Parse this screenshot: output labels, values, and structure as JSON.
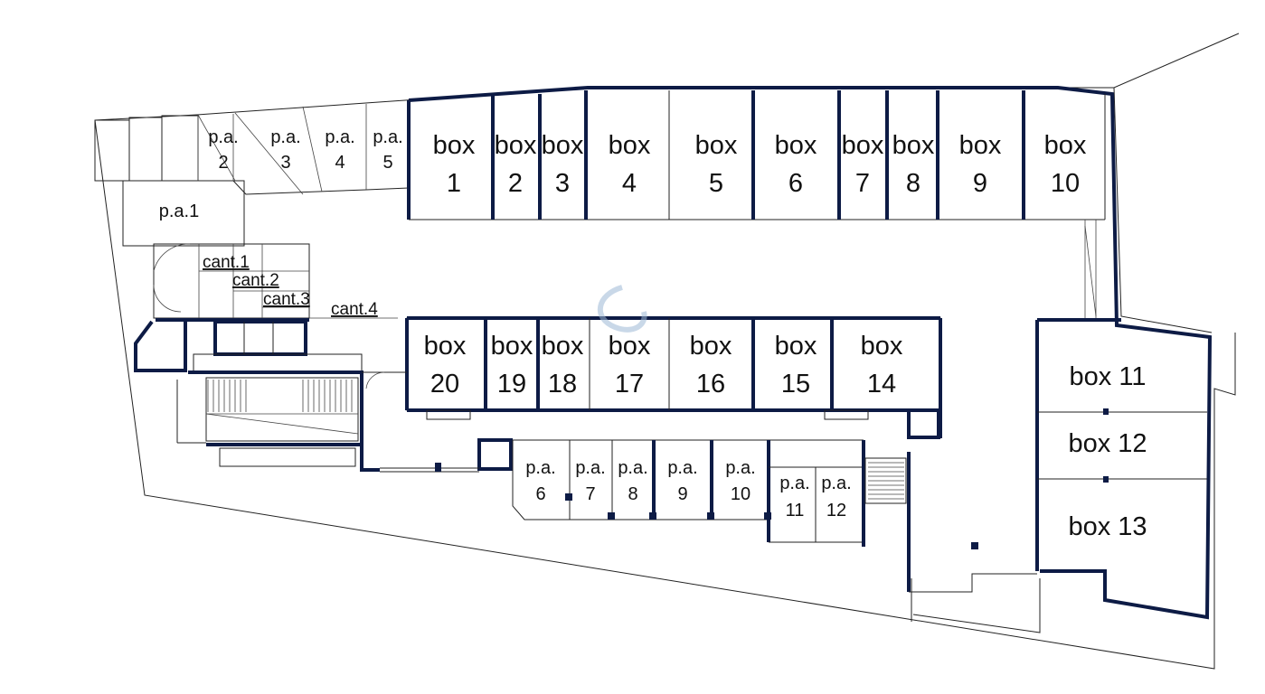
{
  "plan": {
    "boxes_top": [
      {
        "id": "box-1",
        "line1": "box",
        "line2": "1"
      },
      {
        "id": "box-2",
        "line1": "box",
        "line2": "2"
      },
      {
        "id": "box-3",
        "line1": "box",
        "line2": "3"
      },
      {
        "id": "box-4",
        "line1": "box",
        "line2": "4"
      },
      {
        "id": "box-5",
        "line1": "box",
        "line2": "5"
      },
      {
        "id": "box-6",
        "line1": "box",
        "line2": "6"
      },
      {
        "id": "box-7",
        "line1": "box",
        "line2": "7"
      },
      {
        "id": "box-8",
        "line1": "box",
        "line2": "8"
      },
      {
        "id": "box-9",
        "line1": "box",
        "line2": "9"
      },
      {
        "id": "box-10",
        "line1": "box",
        "line2": "10"
      }
    ],
    "boxes_middle": [
      {
        "id": "box-20",
        "line1": "box",
        "line2": "20"
      },
      {
        "id": "box-19",
        "line1": "box",
        "line2": "19"
      },
      {
        "id": "box-18",
        "line1": "box",
        "line2": "18"
      },
      {
        "id": "box-17",
        "line1": "box",
        "line2": "17"
      },
      {
        "id": "box-16",
        "line1": "box",
        "line2": "16"
      },
      {
        "id": "box-15",
        "line1": "box",
        "line2": "15"
      },
      {
        "id": "box-14",
        "line1": "box",
        "line2": "14"
      }
    ],
    "boxes_right": [
      {
        "id": "box-11",
        "label": "box 11"
      },
      {
        "id": "box-12",
        "label": "box 12"
      },
      {
        "id": "box-13",
        "label": "box 13"
      }
    ],
    "pa_top": [
      {
        "id": "pa-2",
        "line1": "p.a.",
        "line2": "2"
      },
      {
        "id": "pa-3",
        "line1": "p.a.",
        "line2": "3"
      },
      {
        "id": "pa-4",
        "line1": "p.a.",
        "line2": "4"
      },
      {
        "id": "pa-5",
        "line1": "p.a.",
        "line2": "5"
      }
    ],
    "pa_1": {
      "label": "p.a.1"
    },
    "pa_bottom": [
      {
        "id": "pa-6",
        "line1": "p.a.",
        "line2": "6"
      },
      {
        "id": "pa-7",
        "line1": "p.a.",
        "line2": "7"
      },
      {
        "id": "pa-8",
        "line1": "p.a.",
        "line2": "8"
      },
      {
        "id": "pa-9",
        "line1": "p.a.",
        "line2": "9"
      },
      {
        "id": "pa-10",
        "line1": "p.a.",
        "line2": "10"
      },
      {
        "id": "pa-11",
        "line1": "p.a.",
        "line2": "11"
      },
      {
        "id": "pa-12",
        "line1": "p.a.",
        "line2": "12"
      }
    ],
    "cantine": [
      {
        "id": "cant-1",
        "label": "cant.1"
      },
      {
        "id": "cant-2",
        "label": "cant.2"
      },
      {
        "id": "cant-3",
        "label": "cant.3"
      },
      {
        "id": "cant-4",
        "label": "cant.4"
      }
    ],
    "colors": {
      "wall": "#0d1b45",
      "line": "#222222",
      "watermark": "#9db8d6"
    }
  }
}
